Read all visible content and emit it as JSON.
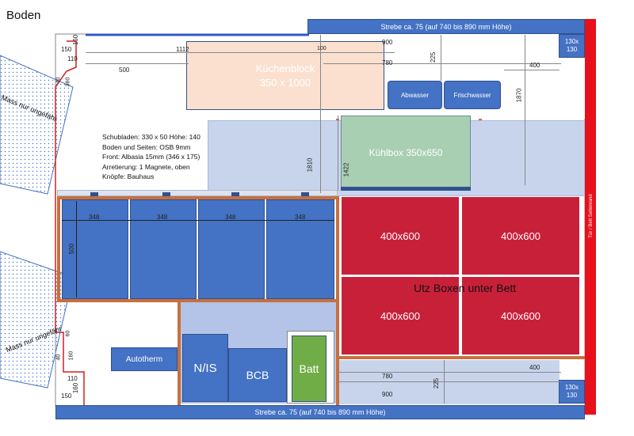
{
  "title": "Boden",
  "strebe_top": "Strebe ca. 75 (auf 740 bis 890 mm Höhe)",
  "strebe_bottom": "Strebe ca. 75 (auf 740 bis 890 mm Höhe)",
  "post_top": "130x\n130",
  "post_bottom": "130x\n130",
  "kuechenblock": "Küchenblock\n350 x 1000",
  "abwasser": "Abwasser",
  "frischwasser": "Frischwasser",
  "kuehlbox": "Kühlbox 350x650",
  "schubladen_notes": "Schubladen: 330 x 50 Höhe: 140\nBoden und Seiten: OSB 9mm\nFront: Albasia 15mm (346 x 175)\nArretierung: 1 Magnete, oben\nKnöpfe: Bauhaus",
  "drawers": [
    "348",
    "348",
    "348",
    "348"
  ],
  "drawer_height": "500",
  "boxes": [
    "400x600",
    "400x600",
    "400x600",
    "400x600"
  ],
  "utz_label": "Utz Boxen unter Bett",
  "autotherm": "Autotherm",
  "nis": "N/IS",
  "bcb": "BCB",
  "batt": "Batt",
  "mass_top": "Mass nur ungefähr",
  "mass_bottom": "Mass nur ungefähr",
  "red_bar_label": "Tür / Bett Seitenrand",
  "dims": {
    "d160a": "160",
    "d150a": "150",
    "d110a": "110",
    "d1112": "1112",
    "d500h": "500",
    "d100": "100",
    "d780a": "780",
    "d225a": "225",
    "d900a": "900",
    "d400a": "400",
    "d1870": "1870",
    "d1810": "1810",
    "d1422": "1422",
    "d40a": "40",
    "d360": "360",
    "d780b": "780",
    "d225b": "225",
    "d900b": "900",
    "d400b": "400",
    "d110b": "110",
    "d150b": "150",
    "d160b": "160",
    "d40b": "40",
    "d160c": "160",
    "d60": "60"
  }
}
